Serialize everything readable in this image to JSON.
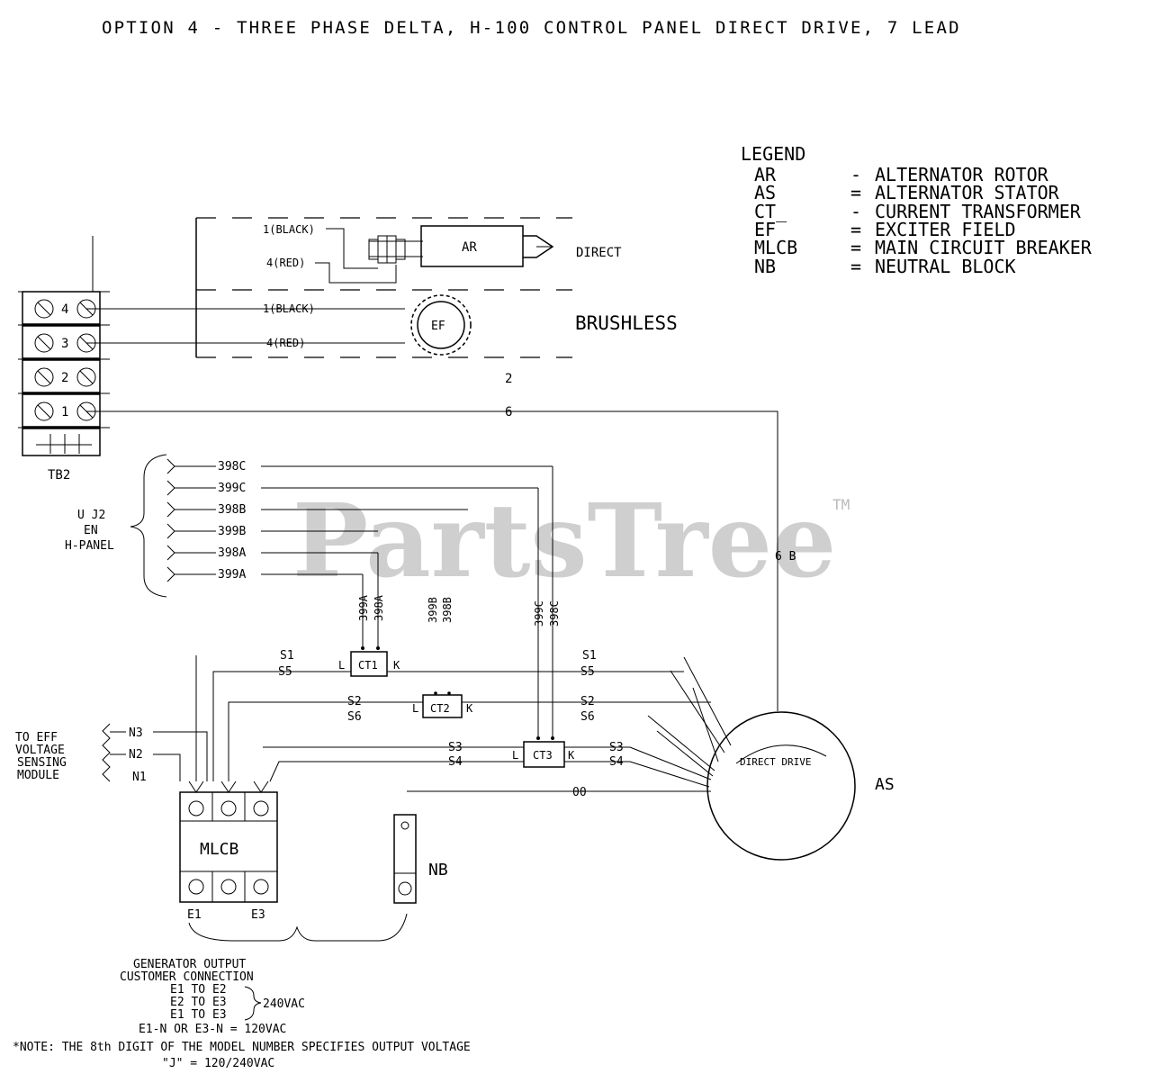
{
  "title": "OPTION 4 - THREE PHASE DELTA, H-100 CONTROL PANEL DIRECT DRIVE, 7 LEAD",
  "legend": {
    "heading": "LEGEND",
    "items": [
      {
        "code": "AR",
        "sep": "-",
        "desc": "ALTERNATOR ROTOR"
      },
      {
        "code": "AS",
        "sep": "=",
        "desc": "ALTERNATOR STATOR"
      },
      {
        "code": "CT_",
        "sep": "-",
        "desc": "CURRENT TRANSFORMER"
      },
      {
        "code": "EF",
        "sep": "=",
        "desc": "EXCITER FIELD"
      },
      {
        "code": "MLCB",
        "sep": "=",
        "desc": "MAIN CIRCUIT BREAKER"
      },
      {
        "code": "NB",
        "sep": "=",
        "desc": "NEUTRAL BLOCK"
      }
    ]
  },
  "rotor": {
    "ar": "AR",
    "direct": "DIRECT",
    "black": "1(BLACK)",
    "red": "4(RED)"
  },
  "exciter": {
    "ef": "EF",
    "brushless": "BRUSHLESS",
    "black": "1(BLACK)",
    "red": "4(RED)",
    "num2": "2"
  },
  "tb2": {
    "label": "TB2",
    "terminals": [
      "4",
      "3",
      "2",
      "1"
    ]
  },
  "wires": {
    "w6": "6",
    "w6b": "6 B",
    "w00": "00"
  },
  "j2": {
    "label1": "U J2",
    "label2": "EN",
    "label3": "H-PANEL",
    "leads": [
      "398C",
      "399C",
      "398B",
      "399B",
      "398A",
      "399A"
    ],
    "vertical": [
      "399A",
      "398A",
      "399B",
      "398B",
      "399C",
      "398C"
    ]
  },
  "ct": {
    "ct1": "CT1",
    "ct2": "CT2",
    "ct3": "CT3",
    "l": "L",
    "k": "K",
    "s1": "S1",
    "s5": "S5",
    "s2": "S2",
    "s6": "S6",
    "s3": "S3",
    "s4": "S4"
  },
  "voltage": {
    "label1": "TO EFF",
    "label2": "VOLTAGE",
    "label3": "SENSING",
    "label4": "MODULE",
    "n3": "N3",
    "n2": "N2",
    "n1": "N1"
  },
  "mlcb": {
    "label": "MLCB",
    "e1": "E1",
    "e3": "E3"
  },
  "nb": {
    "label": "NB"
  },
  "stator": {
    "label": "AS",
    "direct_drive": "DIRECT DRIVE"
  },
  "output": {
    "line1": "GENERATOR OUTPUT",
    "line2": "CUSTOMER CONNECTION",
    "line3": "E1 TO E2",
    "line4": "E2 TO E3",
    "line5": "E1 TO E3",
    "vac": "240VAC",
    "line6": "E1-N OR E3-N = 120VAC",
    "note": "*NOTE: THE 8th DIGIT OF THE MODEL NUMBER SPECIFIES OUTPUT VOLTAGE",
    "note2": "\"J\" = 120/240VAC"
  },
  "watermark": {
    "text": "PartsTree",
    "tm": "TM"
  }
}
